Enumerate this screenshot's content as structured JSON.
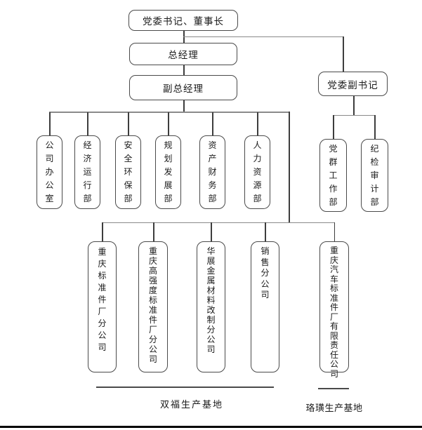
{
  "org_chart": {
    "nodes": {
      "party_secretary_chairman": "党委书记、董事长",
      "general_manager": "总经理",
      "deputy_general_manager": "副总经理",
      "deputy_party_secretary": "党委副书记"
    },
    "departments": [
      "公司办公室",
      "经济运行部",
      "安全环保部",
      "规划发展部",
      "资产财务部",
      "人力资源部"
    ],
    "party_departments": [
      "党群工作部",
      "纪检审计部"
    ],
    "branch_companies": [
      "重庆标准件厂分公司",
      "重庆高强度标准件厂分公司",
      "华展金属材料改制分公司",
      "销售分公司",
      "重庆汽车标准件厂有限责任公司"
    ],
    "production_bases": [
      "双福生产基地",
      "珞璜生产基地"
    ]
  }
}
